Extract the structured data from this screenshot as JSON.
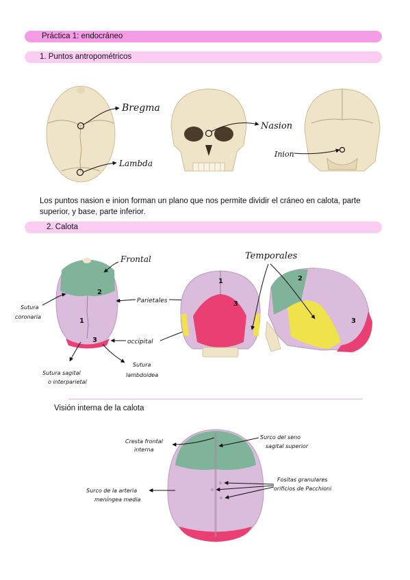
{
  "headings": {
    "practice": "Práctica 1: endocráneo",
    "section1": "1.  Puntos antropométricos",
    "section2": "2.  Calota"
  },
  "paragraph": "Los puntos nasion e inion forman un plano que nos permite dividir el cráneo en calota, parte superior, y base, parte inferior.",
  "internal_view_title": "Visión interna de la calota",
  "fig1_labels": {
    "bregma": "Bregma",
    "lambda": "Lambda",
    "nasion": "Nasion",
    "inion": "Inion"
  },
  "fig2_labels": {
    "frontal": "Frontal",
    "temporales": "Temporales",
    "sutura_coronaria_1": "Sutura",
    "sutura_coronaria_2": "coronaria",
    "parietales": "Parietales",
    "occipital": "occipital",
    "sutura_sagital_1": "Sutura sagital",
    "sutura_sagital_2": "o interparietal",
    "sutura_lambdoidea_1": "Sutura",
    "sutura_lambdoidea_2": "lambdoidea",
    "n1": "1",
    "n2": "2",
    "n3": "3"
  },
  "fig3_labels": {
    "cresta_1": "Cresta frontal",
    "cresta_2": "interna",
    "surco_seno_1": "Surco del seno",
    "surco_seno_2": "sagital superior",
    "surco_arteria_1": "Surco de la arteria",
    "surco_arteria_2": "meníngea media",
    "fositas_1": "Fositas granulares",
    "fositas_2": "orificios de Pacchioni"
  },
  "colors": {
    "bone": "#efe3c8",
    "bone_shade": "#d9c9a3",
    "frontal": "#7fb39a",
    "parietal": "#dcbcdc",
    "occipital": "#e93f72",
    "temporal": "#efe24a",
    "heading_bar": "#f59ce6",
    "subheading_bar": "#fbcdf3"
  }
}
